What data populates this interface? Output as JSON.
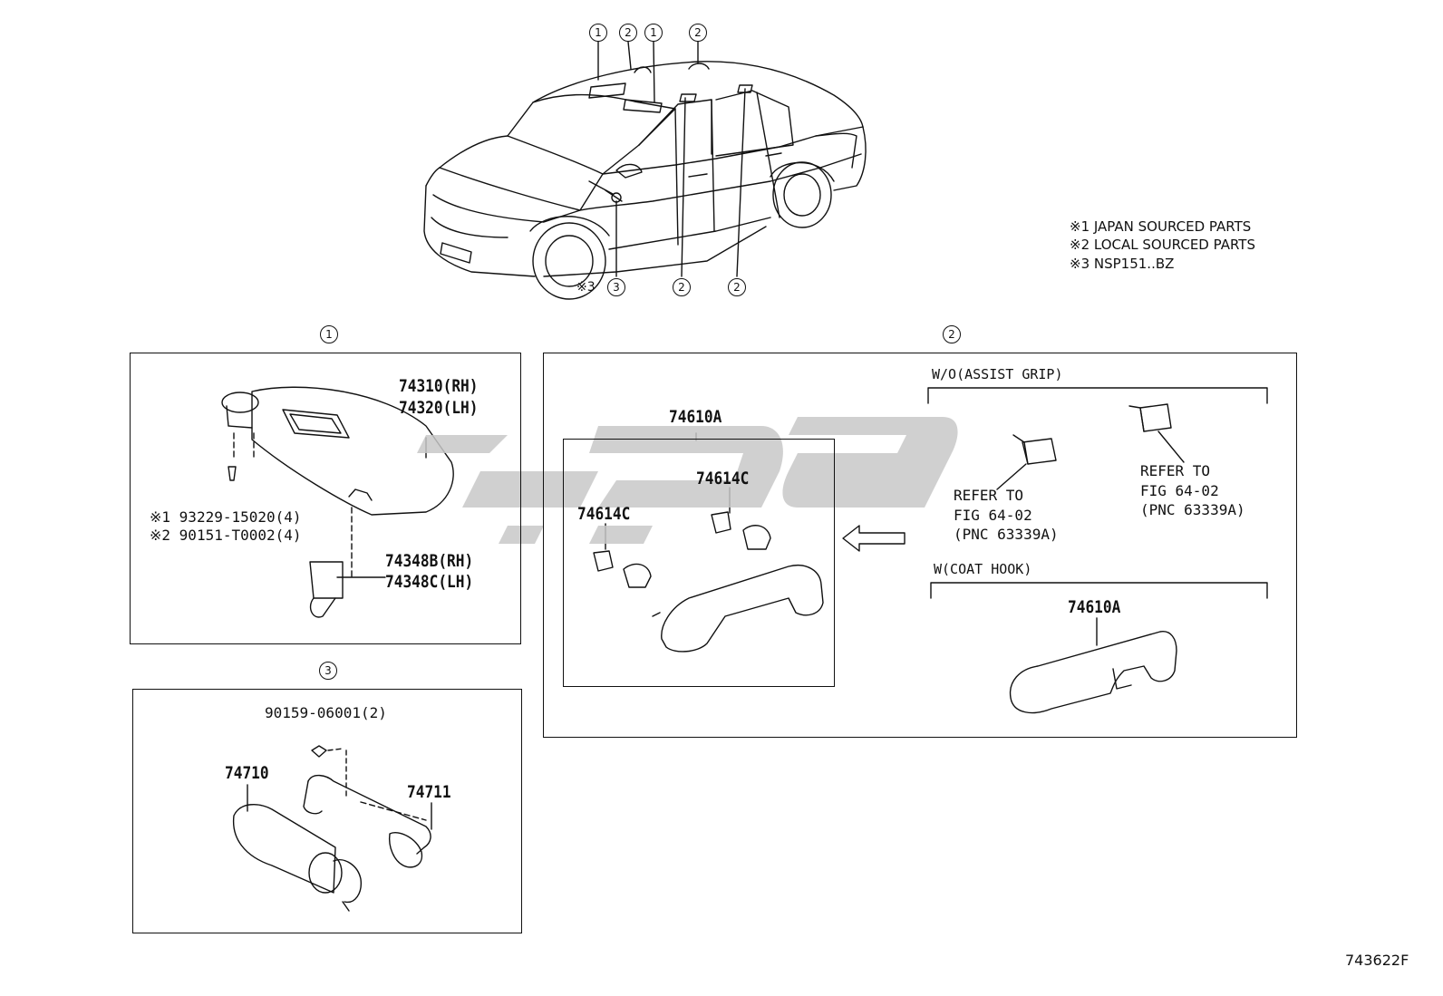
{
  "diagram_id": "743622F",
  "legend": [
    "※1 JAPAN SOURCED PARTS",
    "※2 LOCAL SOURCED PARTS",
    "※3 NSP151..BZ"
  ],
  "car_callouts": {
    "top": [
      "1",
      "2",
      "1",
      "2"
    ],
    "bottom": [
      "3",
      "2",
      "2"
    ],
    "bottom_note": "※3"
  },
  "section_markers": {
    "s1": "1",
    "s2": "2",
    "s3": "3"
  },
  "section1": {
    "visor_rh": "74310(RH)",
    "visor_lh": "74320(LH)",
    "screw_1": "※1 93229-15020(4)",
    "screw_2": "※2 90151-T0002(4)",
    "holder_rh": "74348B(RH)",
    "holder_lh": "74348C(LH)"
  },
  "section2": {
    "main_grip": "74610A",
    "clip_1": "74614C",
    "clip_2": "74614C",
    "wo_label": "W/O(ASSIST GRIP)",
    "refer_a": [
      "REFER TO",
      "FIG 64-02",
      "(PNC 63339A)"
    ],
    "refer_b": [
      "REFER TO",
      "FIG 64-02",
      "(PNC 63339A)"
    ],
    "w_label": "W(COAT HOOK)",
    "hook_grip": "74610A"
  },
  "section3": {
    "bolt": "90159-06001(2)",
    "cylinder": "74710",
    "bracket": "74711"
  },
  "watermark_text": "یدکی"
}
